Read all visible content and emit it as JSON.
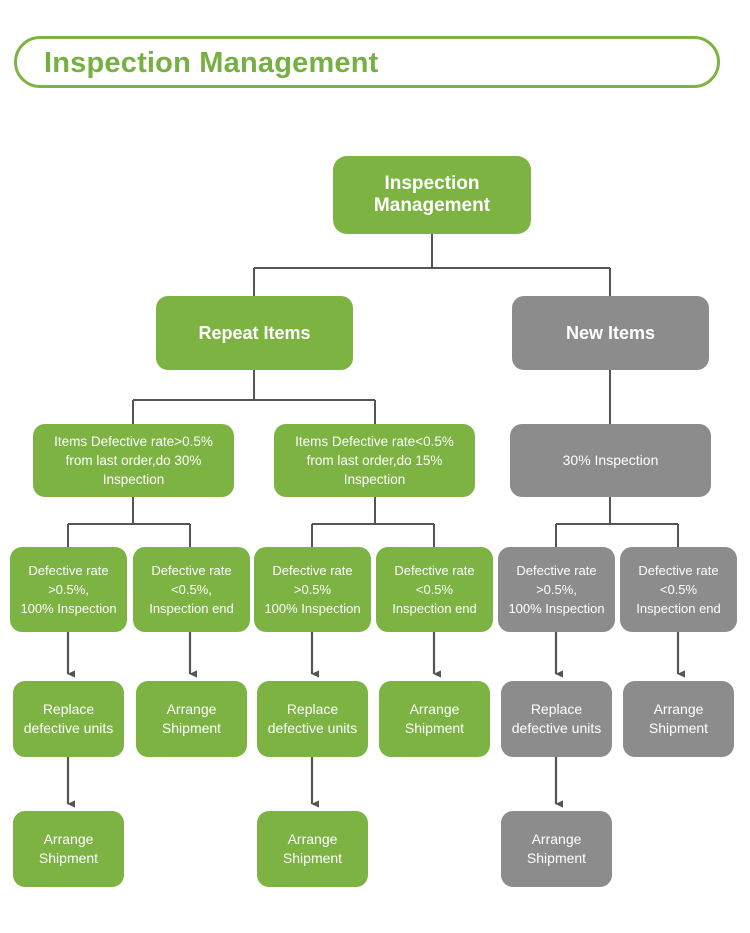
{
  "header": {
    "title": "Inspection Management"
  },
  "colors": {
    "green": "#7cb342",
    "gray": "#8c8c8c",
    "connector": "#555555",
    "header_border": "#7cb342",
    "header_text": "#76b043",
    "node_text": "#ffffff",
    "background": "#ffffff"
  },
  "diagram": {
    "type": "flowchart",
    "root": {
      "label": "Inspection\nManagement",
      "color": "green"
    },
    "branches": [
      {
        "label": "Repeat Items",
        "color": "green",
        "conditions": [
          {
            "label": "Items Defective rate>0.5%\nfrom last order,do 30%\nInspection",
            "color": "green",
            "outcomes": [
              {
                "label": "Defective rate\n>0.5%,\n100% Inspection",
                "color": "green",
                "actions": [
                  "Replace\ndefective units",
                  "Arrange\nShipment"
                ]
              },
              {
                "label": "Defective rate\n<0.5%,\nInspection end",
                "color": "green",
                "actions": [
                  "Arrange\nShipment"
                ]
              }
            ]
          },
          {
            "label": "Items Defective rate<0.5%\nfrom last order,do 15%\nInspection",
            "color": "green",
            "outcomes": [
              {
                "label": "Defective rate\n>0.5%\n100% Inspection",
                "color": "green",
                "actions": [
                  "Replace\ndefective units",
                  "Arrange\nShipment"
                ]
              },
              {
                "label": "Defective rate\n<0.5%\nInspection end",
                "color": "green",
                "actions": [
                  "Arrange\nShipment"
                ]
              }
            ]
          }
        ]
      },
      {
        "label": "New Items",
        "color": "gray",
        "conditions": [
          {
            "label": "30% Inspection",
            "color": "gray",
            "outcomes": [
              {
                "label": "Defective rate\n>0.5%,\n100% Inspection",
                "color": "gray",
                "actions": [
                  "Replace\ndefective units",
                  "Arrange\nShipment"
                ]
              },
              {
                "label": "Defective rate\n<0.5%\nInspection end",
                "color": "gray",
                "actions": [
                  "Arrange\nShipment"
                ]
              }
            ]
          }
        ]
      }
    ]
  },
  "nodes": {
    "root": "Inspection\nManagement",
    "repeat_items": "Repeat Items",
    "new_items": "New Items",
    "cond_repeat_high": "Items Defective rate>0.5%\nfrom last order,do 30%\nInspection",
    "cond_repeat_low": "Items Defective rate<0.5%\nfrom last order,do 15%\nInspection",
    "cond_new": "30% Inspection",
    "out_1": "Defective rate\n>0.5%,\n100% Inspection",
    "out_2": "Defective rate\n<0.5%,\nInspection end",
    "out_3": "Defective rate\n>0.5%\n100% Inspection",
    "out_4": "Defective rate\n<0.5%\nInspection end",
    "out_5": "Defective rate\n>0.5%,\n100% Inspection",
    "out_6": "Defective rate\n<0.5%\nInspection end",
    "act_1": "Replace\ndefective units",
    "act_2": "Arrange\nShipment",
    "act_3": "Replace\ndefective units",
    "act_4": "Arrange\nShipment",
    "act_5": "Replace\ndefective units",
    "act_6": "Arrange\nShipment",
    "final_1": "Arrange\nShipment",
    "final_2": "Arrange\nShipment",
    "final_3": "Arrange\nShipment"
  }
}
